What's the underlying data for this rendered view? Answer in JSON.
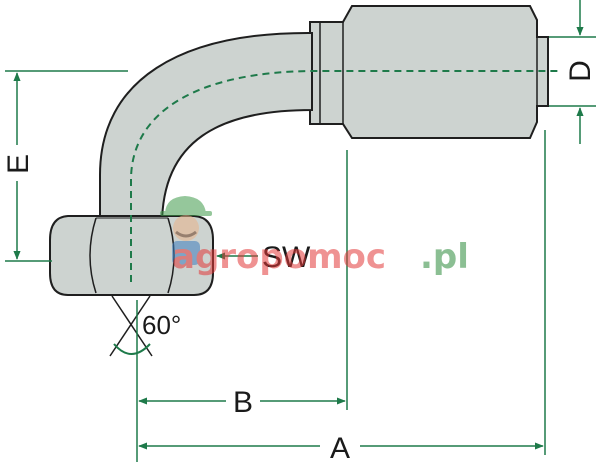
{
  "labels": {
    "A": "A",
    "B": "B",
    "D": "D",
    "E": "E",
    "SW": "SW",
    "angle": "60°"
  },
  "watermark": {
    "text_main": "agropomoc",
    "text_domain": ".pl",
    "color_main": "#e23a3a",
    "color_domain": "#2e8b3c"
  },
  "colors": {
    "fitting_fill": "#cdd3d0",
    "outline": "#1f1f1f",
    "dimension_line": "#1e7a4a",
    "centerline": "#1e7a4a"
  }
}
